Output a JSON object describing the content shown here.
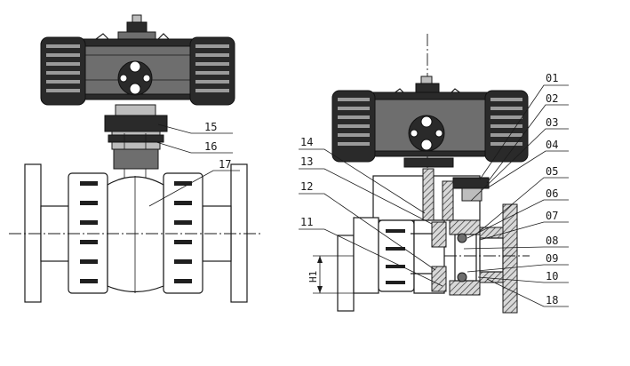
{
  "callouts_left": [
    "15",
    "16",
    "17"
  ],
  "callouts_right_section": [
    "01",
    "02",
    "03",
    "04",
    "05",
    "06",
    "07",
    "08",
    "09",
    "10",
    "18"
  ],
  "callouts_left_section": [
    "14",
    "13",
    "12",
    "11"
  ],
  "dimension_label": "H1"
}
